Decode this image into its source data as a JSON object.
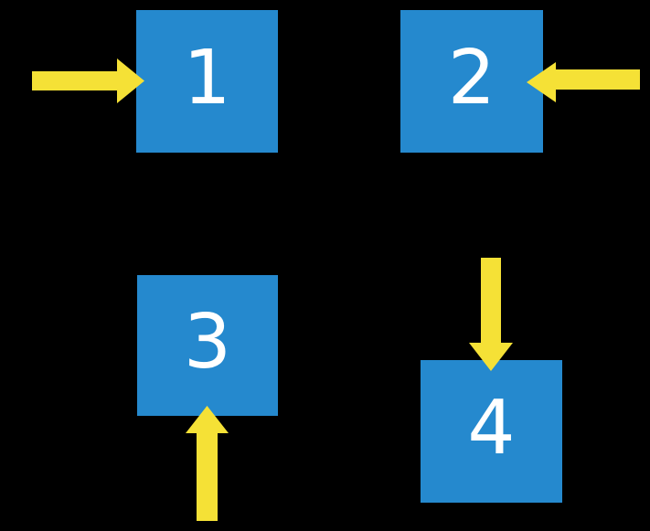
{
  "title": "four-numbered-boxes-with-pointer-arrows",
  "colors": {
    "background": "#000000",
    "box_fill": "#2589CE",
    "arrow_fill": "#F5E136",
    "label_text": "#FFFFFF"
  },
  "boxes": [
    {
      "label": "1",
      "position": "top-left",
      "arrow_points": "right",
      "arrow_enters_side": "left"
    },
    {
      "label": "2",
      "position": "top-right",
      "arrow_points": "left",
      "arrow_enters_side": "right"
    },
    {
      "label": "3",
      "position": "bottom-left",
      "arrow_points": "up",
      "arrow_enters_side": "bottom"
    },
    {
      "label": "4",
      "position": "bottom-right",
      "arrow_points": "down",
      "arrow_enters_side": "top"
    }
  ]
}
